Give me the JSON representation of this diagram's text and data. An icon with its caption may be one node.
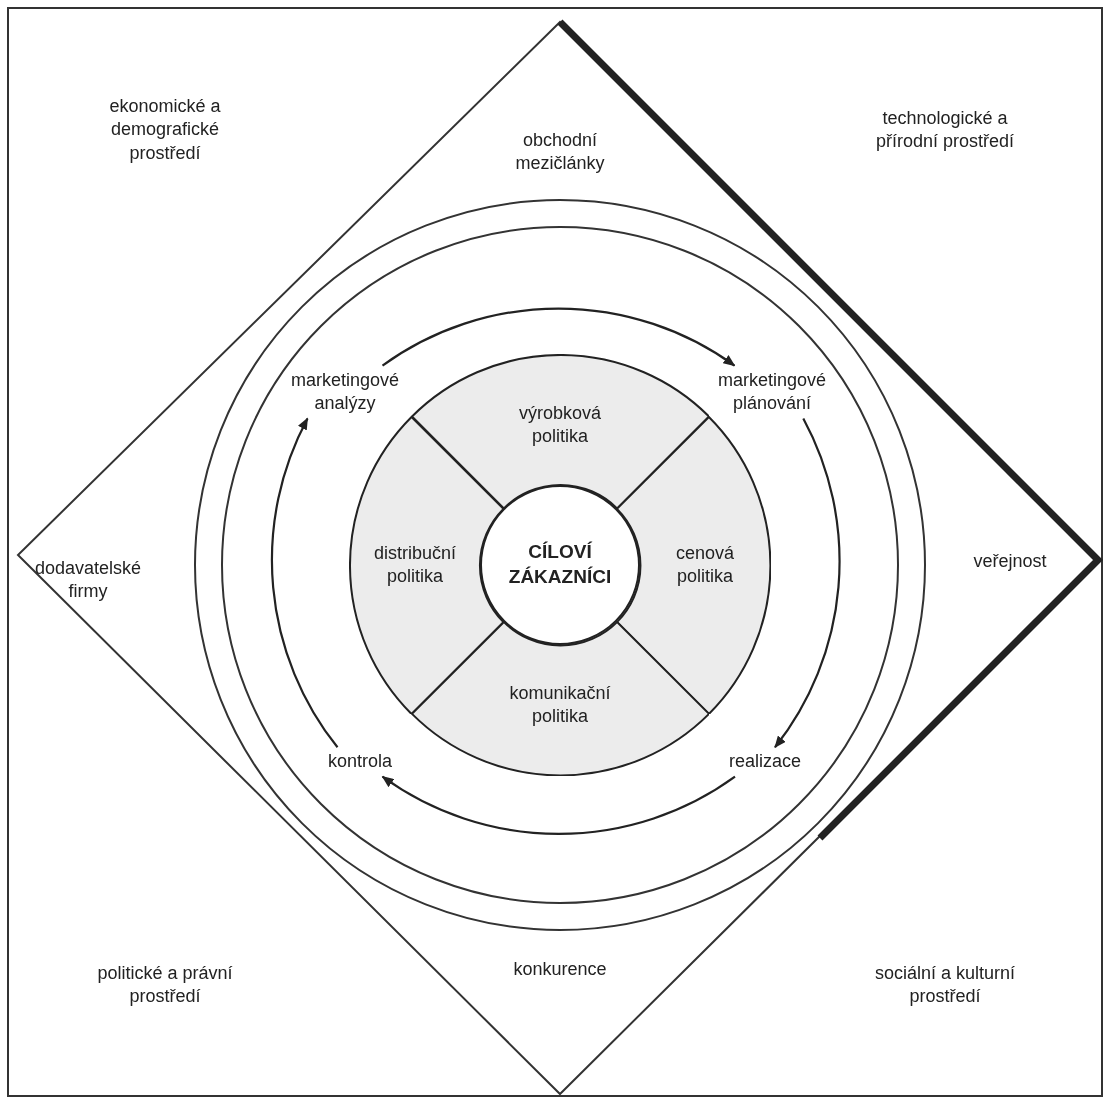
{
  "diagram": {
    "nodes": [
      {
        "text": [
          "marketingové analýzy"
        ]
      },
      {
        "text": [
          "marketingové plánování"
        ]
      },
      {
        "text": [
          "výrobková politika"
        ]
      },
      {
        "text": [
          "distribuční politika"
        ]
      },
      {
        "text": [
          "CÍLOVÍ ZÁKAZNÍCI"
        ]
      },
      {
        "text": [
          "cenová politika"
        ]
      },
      {
        "text": [
          "komunikační politika"
        ]
      },
      {
        "text": [
          "kontrola"
        ]
      },
      {
        "text": [
          "realizace"
        ]
      }
    ],
    "edges": [
      {
        "from": 0,
        "to": 1,
        "arrow": "to"
      },
      {
        "from": 1,
        "to": 8,
        "arrow": "to"
      },
      {
        "from": 8,
        "to": 7,
        "arrow": "to"
      },
      {
        "from": 7,
        "to": 0,
        "arrow": "to"
      }
    ],
    "labels": [
      "ekonomické a demografické prostředí",
      "obchodní mezičlánky",
      "technologické a přírodní prostředí",
      "dodavatelské firmy",
      "veřejnost",
      "politické a právní prostředí",
      "konkurence",
      "sociální a kulturní prostředí"
    ]
  }
}
